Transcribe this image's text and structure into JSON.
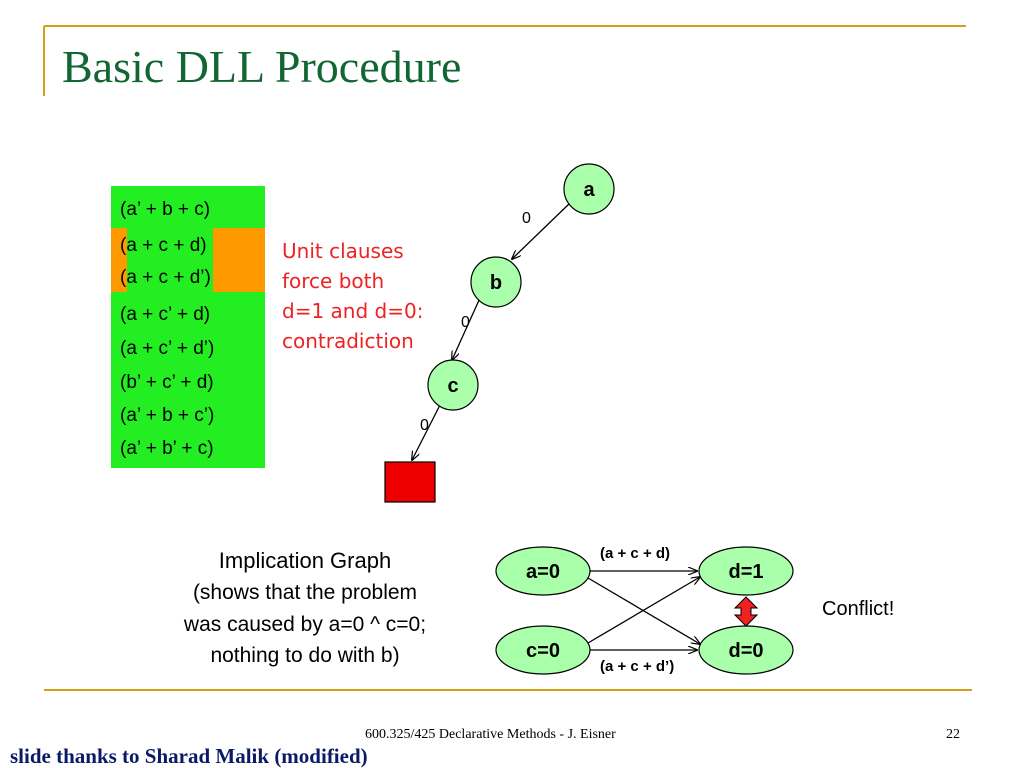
{
  "slide": {
    "title": "Basic DLL Procedure",
    "footer_center": "600.325/425 Declarative Methods - J. Eisner",
    "page_number": "22",
    "credit": "slide thanks to Sharad Malik (modified)"
  },
  "clauses": [
    "(a’ + b + c)",
    "(a + c + d)",
    "(a + c + d’)",
    "(a + c’ + d)",
    "(a + c’ + d’)",
    "(b’ + c’ + d)",
    "(a’ + b + c’)",
    "(a’ + b’ + c)"
  ],
  "note_lines": [
    "Unit clauses",
    "force both",
    "d=1 and d=0:",
    "contradiction"
  ],
  "search_tree": {
    "nodes": [
      "a",
      "b",
      "c"
    ],
    "edge_labels": [
      "0",
      "0",
      "0"
    ]
  },
  "implication_graph": {
    "caption_title": "Implication Graph",
    "caption_lines": [
      "(shows that the problem",
      "was caused by a=0 ^ c=0;",
      "nothing to do with b)"
    ],
    "nodes": {
      "a0": "a=0",
      "c0": "c=0",
      "d1": "d=1",
      "d0": "d=0"
    },
    "edge_top": "(a + c + d)",
    "edge_bottom": "(a + c + d’)",
    "conflict_label": "Conflict!"
  },
  "colors": {
    "title": "#116633",
    "rule": "#d4a017",
    "clause_box": "#22ee22",
    "unit_highlight": "#ff9900",
    "note": "#ee2222",
    "node_fill": "#aaffaa",
    "conflict_leaf": "#ee0000",
    "conflict_arrow": "#ee2222"
  }
}
